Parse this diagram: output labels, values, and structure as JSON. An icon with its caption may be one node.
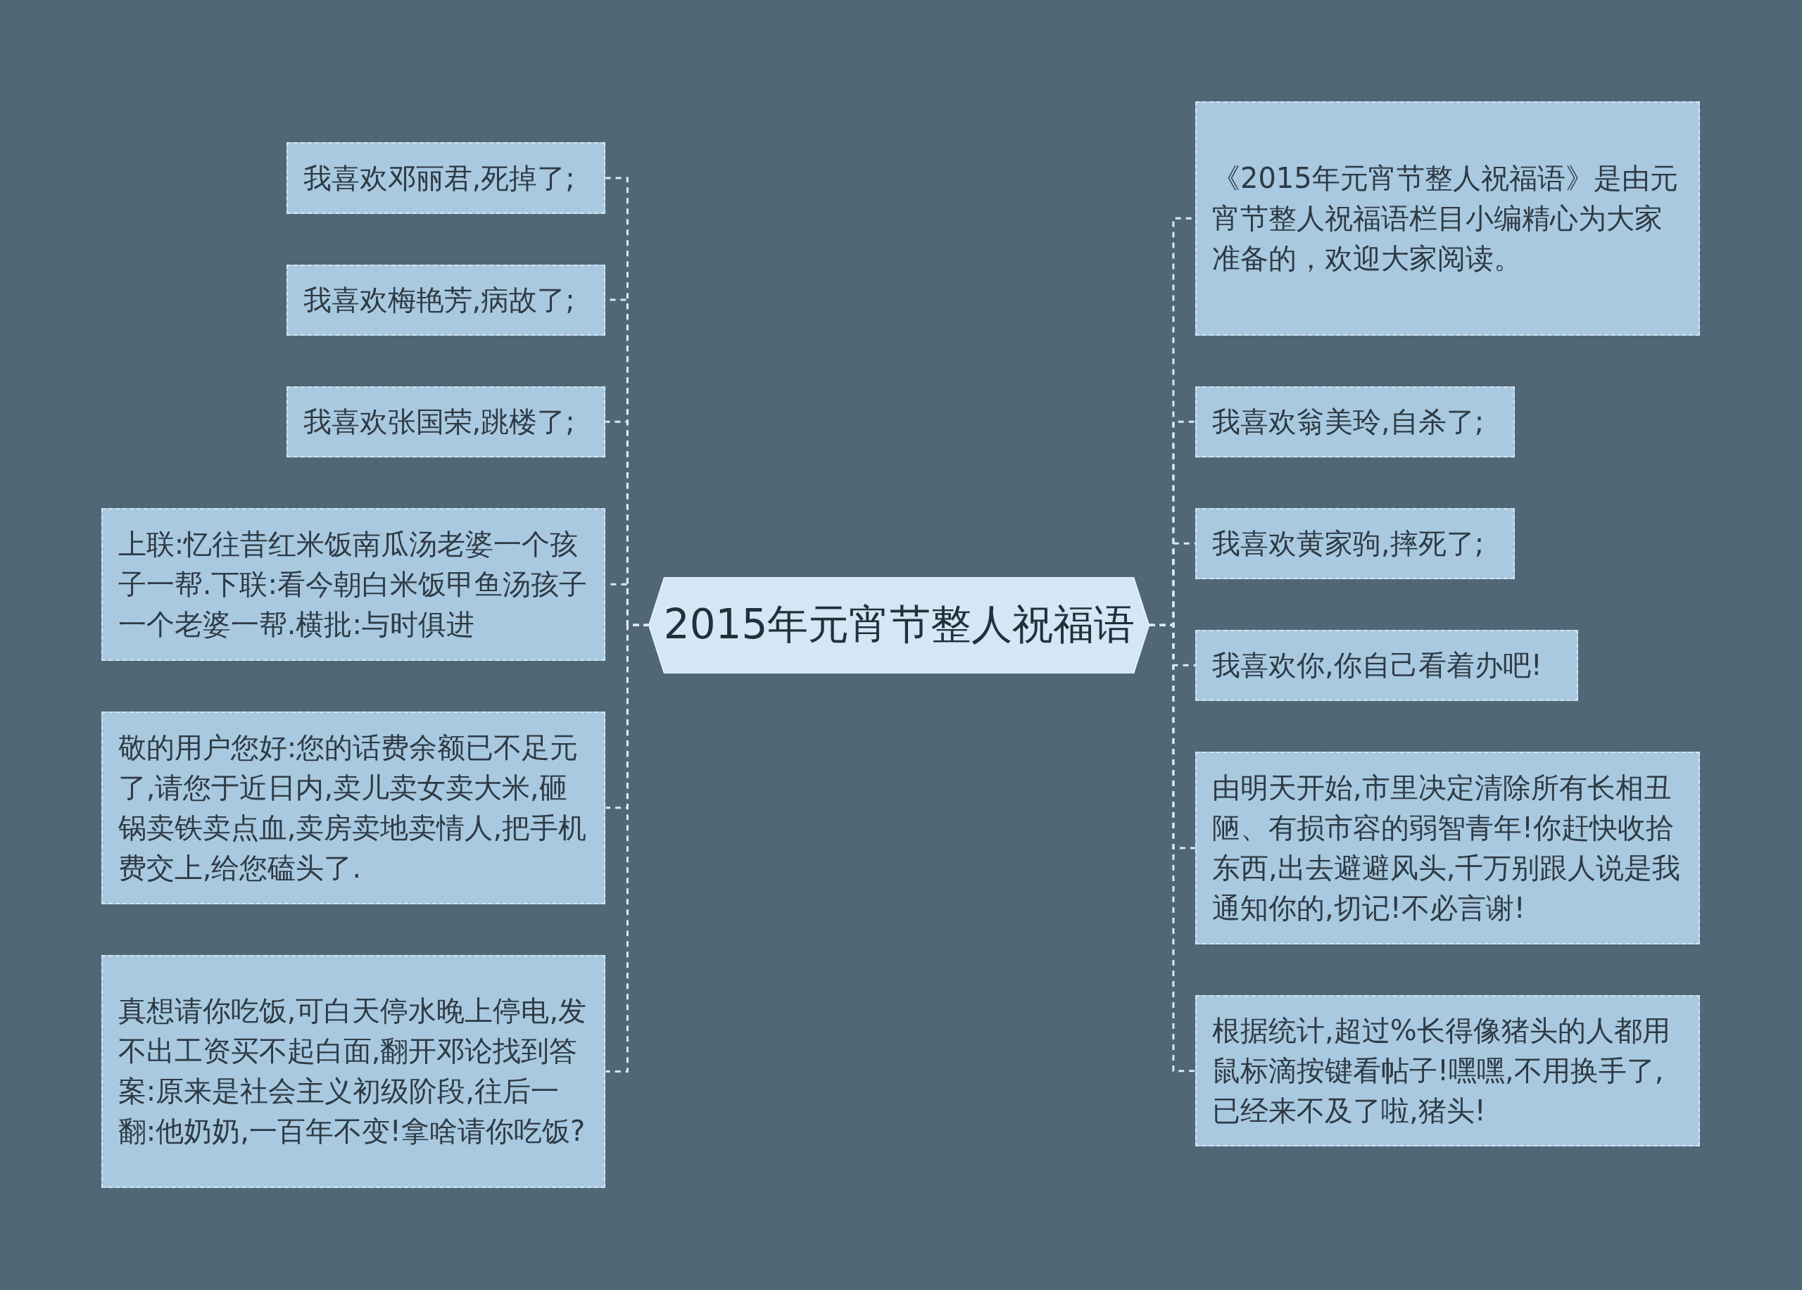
{
  "diagram": {
    "nodes": [
      {
        "text": [
          "2015年元宵节整人祝福语"
        ]
      },
      {
        "text": [
          "我喜欢邓丽君,死掉了;"
        ]
      },
      {
        "text": [
          "我喜欢梅艳芳,病故了;"
        ]
      },
      {
        "text": [
          "我喜欢张国荣,跳楼了;"
        ]
      },
      {
        "text": [
          "上联:忆往昔红米饭南瓜汤老婆一个孩子一帮.下联:看今朝白米饭甲鱼汤孩子一个老婆一帮.横批:与时俱进"
        ]
      },
      {
        "text": [
          "敬的用户您好:您的话费余额已不足元了,请您于近日内,卖儿卖女卖大米,砸锅卖铁卖点血,卖房卖地卖情人,把手机费交上,给您磕头了."
        ]
      },
      {
        "text": [
          "真想请你吃饭,可白天停水晚上停电,发不出工资买不起白面,翻开邓论找到答案:原来是社会主义初级阶段,往后一翻:他奶奶,一百年不变!拿啥请你吃饭?"
        ]
      },
      {
        "text": [
          "《2015年元宵节整人祝福语》是由元宵节整人祝福语栏目小编精心为大家准备的，欢迎大家阅读。"
        ]
      },
      {
        "text": [
          "我喜欢翁美玲,自杀了;"
        ]
      },
      {
        "text": [
          "我喜欢黄家驹,摔死了;"
        ]
      },
      {
        "text": [
          "我喜欢你,你自己看着办吧!"
        ]
      },
      {
        "text": [
          "由明天开始,市里决定清除所有长相丑陋、有损市容的弱智青年!你赶快收拾东西,出去避避风头,千万别跟人说是我通知你的,切记!不必言谢!"
        ]
      },
      {
        "text": [
          "根据统计,超过%长得像猪头的人都用鼠标滴按键看帖子!嘿嘿,不用换手了,已经来不及了啦,猪头!"
        ]
      }
    ],
    "edges": [
      {
        "from": 0,
        "to": 1,
        "arrow": "none",
        "style": "dashed"
      },
      {
        "from": 0,
        "to": 2,
        "arrow": "none",
        "style": "dashed"
      },
      {
        "from": 0,
        "to": 3,
        "arrow": "none",
        "style": "dashed"
      },
      {
        "from": 0,
        "to": 4,
        "arrow": "none",
        "style": "dashed"
      },
      {
        "from": 0,
        "to": 5,
        "arrow": "none",
        "style": "dashed"
      },
      {
        "from": 0,
        "to": 6,
        "arrow": "none",
        "style": "dashed"
      },
      {
        "from": 0,
        "to": 7,
        "arrow": "none",
        "style": "dashed"
      },
      {
        "from": 0,
        "to": 8,
        "arrow": "none",
        "style": "dashed"
      },
      {
        "from": 0,
        "to": 9,
        "arrow": "none",
        "style": "dashed"
      },
      {
        "from": 0,
        "to": 10,
        "arrow": "none",
        "style": "dashed"
      },
      {
        "from": 0,
        "to": 11,
        "arrow": "none",
        "style": "dashed"
      },
      {
        "from": 0,
        "to": 12,
        "arrow": "none",
        "style": "dashed"
      }
    ]
  }
}
